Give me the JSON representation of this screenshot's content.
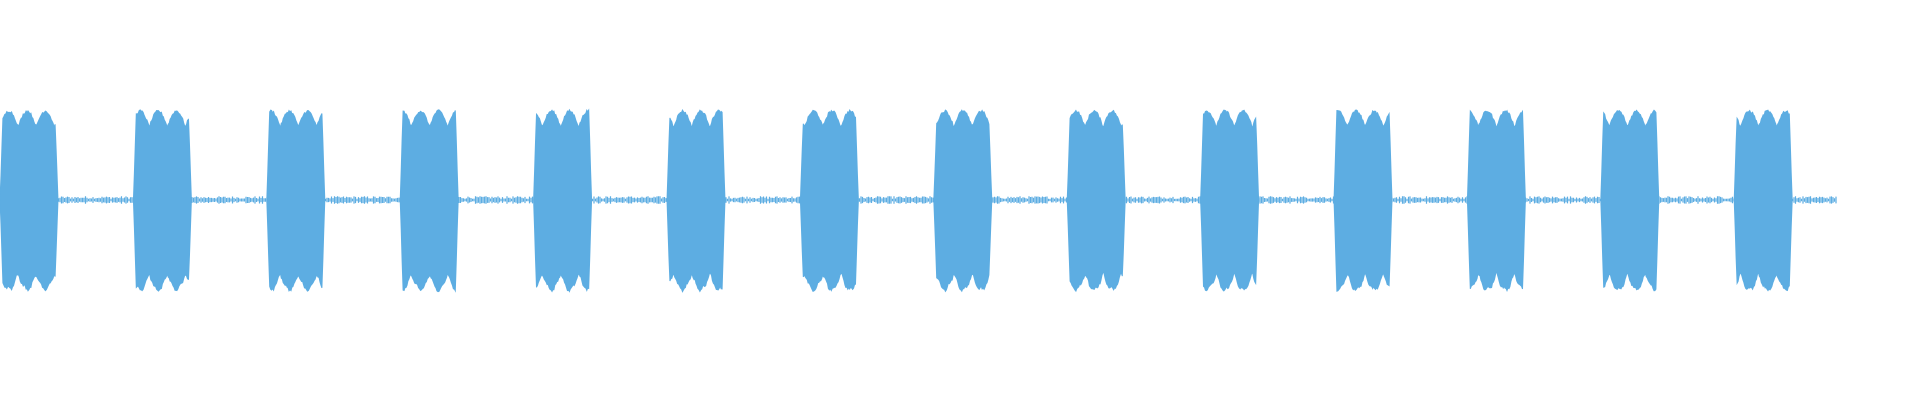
{
  "waveform": {
    "color": "#5DADE2",
    "background": "#ffffff",
    "burst_count": 14,
    "burst_peak_amplitude": 0.95,
    "silence_noise_amplitude": 0.04,
    "trailing_silence": true
  }
}
